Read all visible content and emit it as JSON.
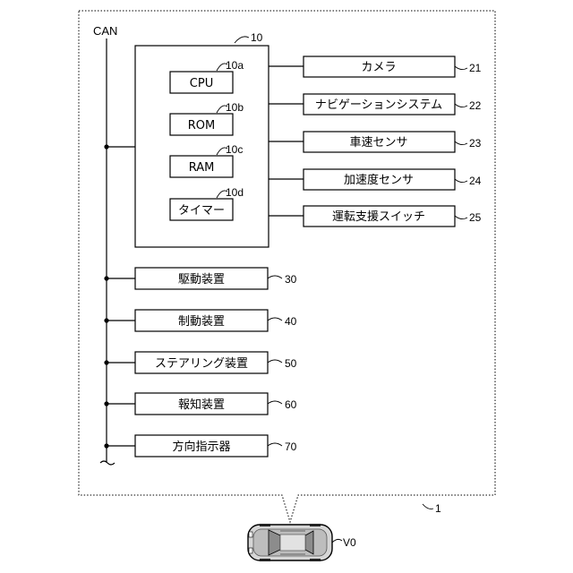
{
  "system": {
    "ref": "1"
  },
  "bus": {
    "label": "CAN"
  },
  "ecu": {
    "ref": "10",
    "components": [
      {
        "label": "CPU",
        "ref": "10a"
      },
      {
        "label": "ROM",
        "ref": "10b"
      },
      {
        "label": "RAM",
        "ref": "10c"
      },
      {
        "label": "タイマー",
        "ref": "10d"
      }
    ]
  },
  "sensors": [
    {
      "label": "カメラ",
      "ref": "21"
    },
    {
      "label": "ナビゲーションシステム",
      "ref": "22"
    },
    {
      "label": "車速センサ",
      "ref": "23"
    },
    {
      "label": "加速度センサ",
      "ref": "24"
    },
    {
      "label": "運転支援スイッチ",
      "ref": "25"
    }
  ],
  "devices": [
    {
      "label": "駆動装置",
      "ref": "30"
    },
    {
      "label": "制動装置",
      "ref": "40"
    },
    {
      "label": "ステアリング装置",
      "ref": "50"
    },
    {
      "label": "報知装置",
      "ref": "60"
    },
    {
      "label": "方向指示器",
      "ref": "70"
    }
  ],
  "vehicle": {
    "label": "V0"
  }
}
